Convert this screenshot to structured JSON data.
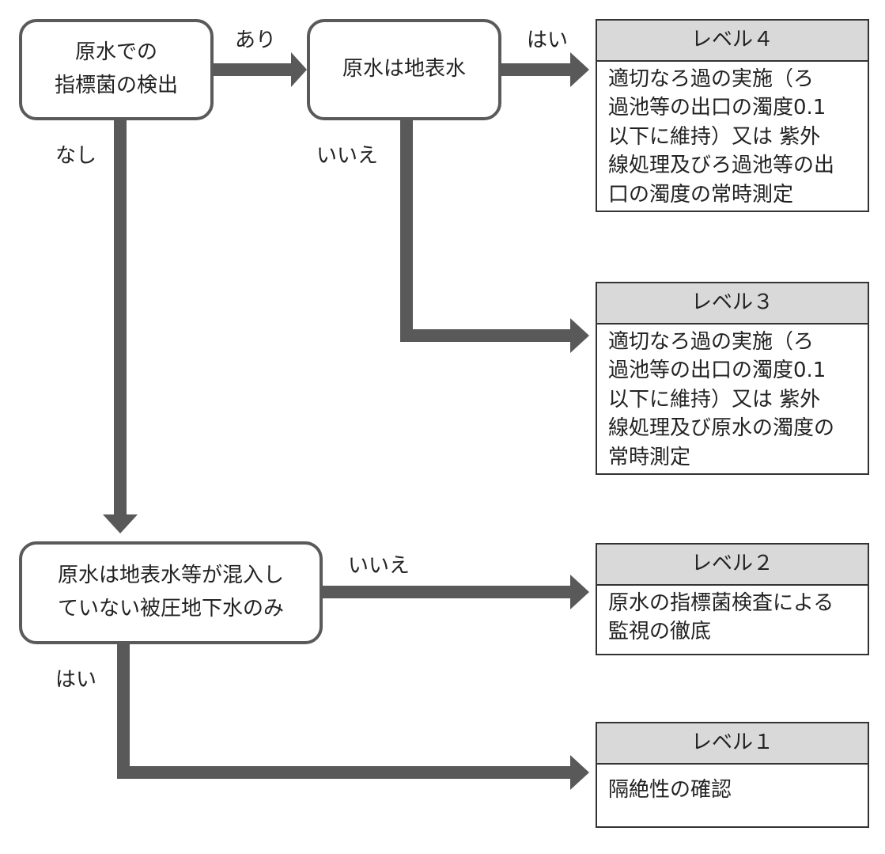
{
  "nodes": {
    "detect": "原水での\n指標菌の検出",
    "surface": "原水は地表水",
    "confined": "原水は地表水等が混入し\nていない被圧地下水のみ"
  },
  "edge_labels": {
    "detect_yes": "あり",
    "detect_no": "なし",
    "surface_yes": "はい",
    "surface_no": "いいえ",
    "confined_no": "いいえ",
    "confined_yes": "はい"
  },
  "levels": [
    {
      "title": "レベル４",
      "body": "適切なろ過の実施（ろ\n過池等の出口の濁度0.1\n以下に維持）又は 紫外\n線処理及びろ過池等の出\n口の濁度の常時測定"
    },
    {
      "title": "レベル３",
      "body": "適切なろ過の実施（ろ\n過池等の出口の濁度0.1\n以下に維持）又は 紫外\n線処理及び原水の濁度の\n常時測定"
    },
    {
      "title": "レベル２",
      "body": "原水の指標菌検査による\n監視の徹底"
    },
    {
      "title": "レベル１",
      "body": "隔絶性の確認"
    }
  ],
  "colors": {
    "arrow": "#595959",
    "header_fill": "#d9d9d9",
    "node_border": "#5a5a5a"
  }
}
